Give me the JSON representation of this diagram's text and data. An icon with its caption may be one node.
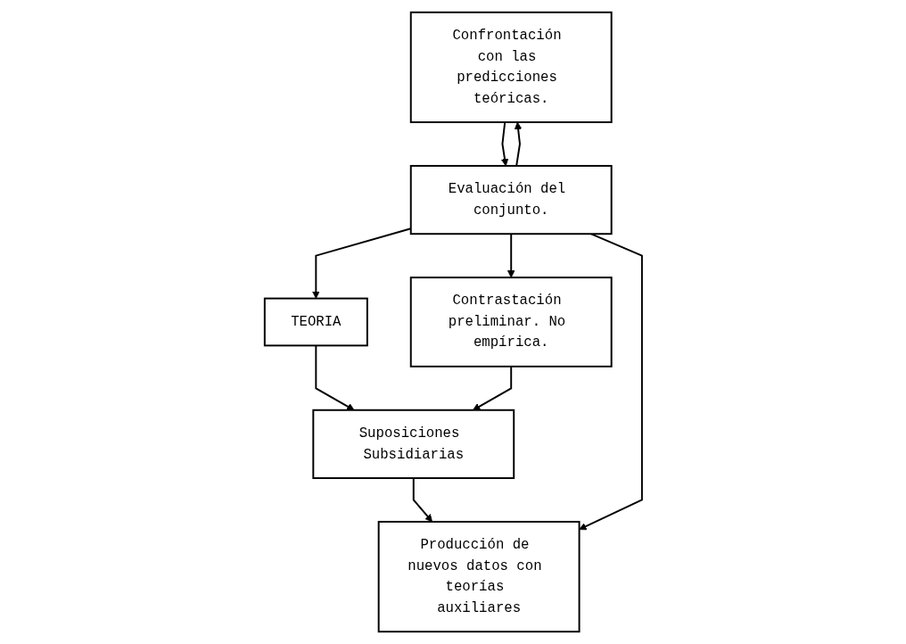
{
  "diagram": {
    "nodes": [
      {
        "text": [
          "TEORIA"
        ]
      },
      {
        "text": [
          "Contrastación preliminar. No empírica."
        ]
      },
      {
        "text": [
          "Suposiciones Subsidiarias"
        ]
      },
      {
        "text": [
          "Producción de nuevos datos con teorías auxiliares"
        ]
      },
      {
        "text": [
          "Confrontación con las predicciones teóricas."
        ]
      },
      {
        "text": [
          "Evaluación del conjunto."
        ]
      }
    ],
    "edges": [
      {
        "from": 0,
        "to": 2,
        "arrow": "to"
      },
      {
        "from": 1,
        "to": 2,
        "arrow": "to"
      },
      {
        "from": 2,
        "to": 3,
        "arrow": "to"
      },
      {
        "from": 4,
        "to": 5,
        "arrow": "to"
      },
      {
        "from": 5,
        "to": 4,
        "arrow": "to"
      },
      {
        "from": 5,
        "to": 0,
        "arrow": "to"
      },
      {
        "from": 5,
        "to": 1,
        "arrow": "to"
      },
      {
        "from": 5,
        "to": 3,
        "arrow": "to"
      }
    ]
  }
}
